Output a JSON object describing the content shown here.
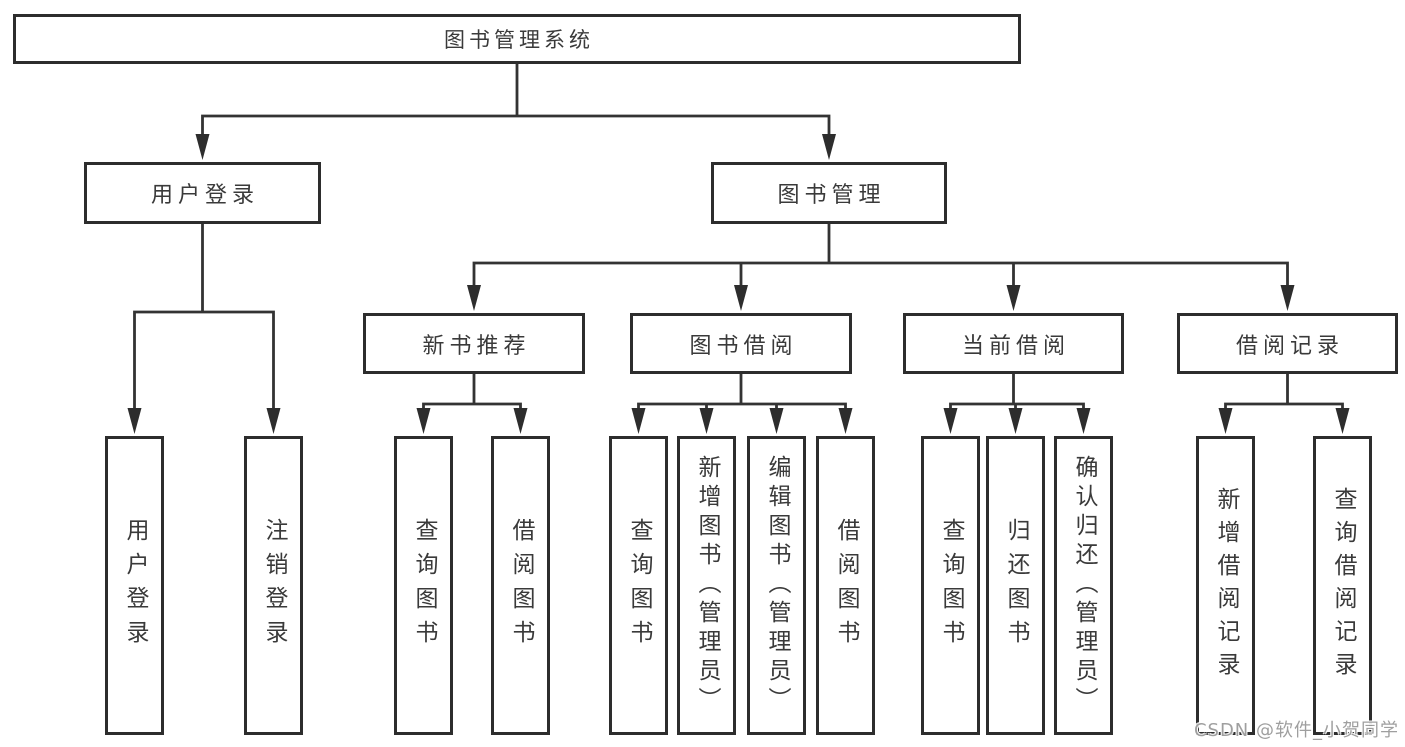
{
  "nodes": {
    "root": {
      "label": "图书管理系统"
    },
    "user_login": {
      "label": "用户登录"
    },
    "book_management": {
      "label": "图书管理"
    },
    "new_book_recommend": {
      "label": "新书推荐"
    },
    "book_borrowing": {
      "label": "图书借阅"
    },
    "current_borrowing": {
      "label": "当前借阅"
    },
    "borrowing_records": {
      "label": "借阅记录"
    },
    "leaf_user_login": {
      "label": "用户登录"
    },
    "leaf_logout": {
      "label": "注销登录"
    },
    "leaf_query_books_1": {
      "label": "查询图书"
    },
    "leaf_borrow_books_1": {
      "label": "借阅图书"
    },
    "leaf_query_books_2": {
      "label": "查询图书"
    },
    "leaf_add_books_admin": {
      "label": "新增图书（管理员）"
    },
    "leaf_edit_books_admin": {
      "label": "编辑图书（管理员）"
    },
    "leaf_borrow_books_2": {
      "label": "借阅图书"
    },
    "leaf_query_books_3": {
      "label": "查询图书"
    },
    "leaf_return_books": {
      "label": "归还图书"
    },
    "leaf_confirm_return_admin": {
      "label": "确认归还（管理员）"
    },
    "leaf_add_borrow_record": {
      "label": "新增借阅记录"
    },
    "leaf_query_borrow_record": {
      "label": "查询借阅记录"
    }
  },
  "watermark": {
    "text": "CSDN @软件_小贺同学"
  },
  "colors": {
    "line": "#333333",
    "box_border": "#2d2d2d",
    "text": "#3a3a3a",
    "background": "#ffffff",
    "watermark": "#9a9a9a"
  }
}
